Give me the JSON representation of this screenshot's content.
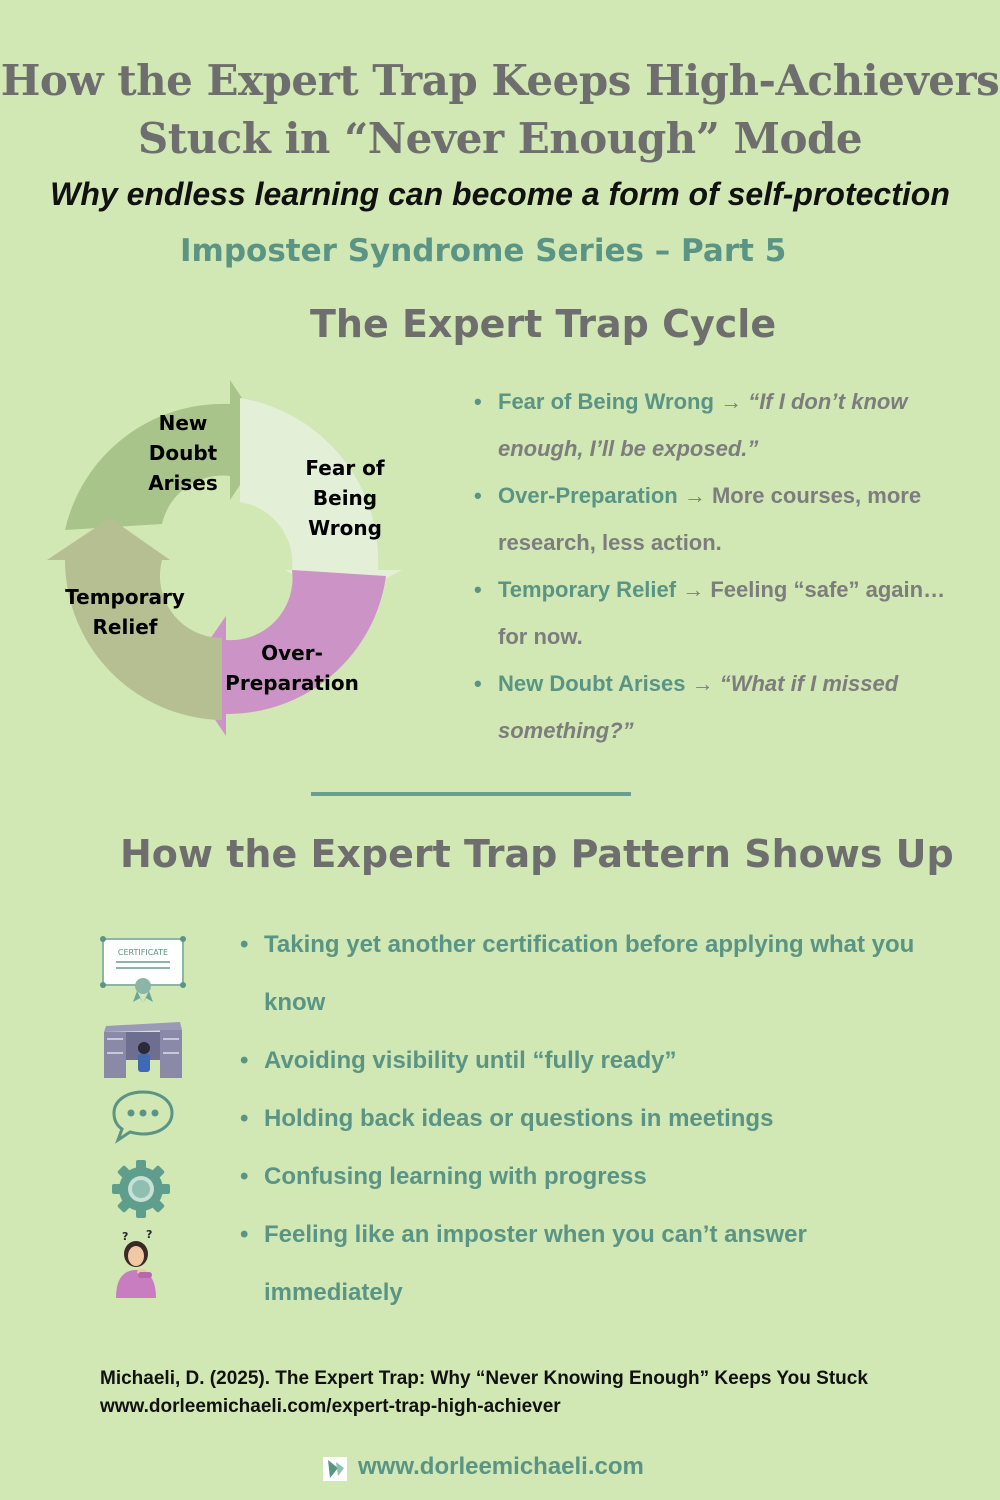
{
  "header": {
    "title_line1": "How the Expert Trap Keeps High-Achievers",
    "title_line2": "Stuck in “Never Enough” Mode",
    "subtitle": "Why endless learning can become a form of self-protection",
    "series": "Imposter Syndrome Series – Part 5"
  },
  "cycle": {
    "heading": "The Expert Trap Cycle",
    "segments": [
      {
        "line1": "New",
        "line2": "Doubt",
        "line3": "Arises",
        "color": "#a8c48a"
      },
      {
        "line1": "Fear of",
        "line2": "Being",
        "line3": "Wrong",
        "color": "#e4efd8"
      },
      {
        "line1": "Over-",
        "line2": "Preparation",
        "color": "#cc94c6"
      },
      {
        "line1": "Temporary",
        "line2": "Relief",
        "color": "#b5bf92"
      }
    ],
    "items": [
      {
        "key": "Fear of Being Wrong",
        "arrow": "→",
        "text": "“If I don’t know enough, I’ll be exposed.”",
        "italic": true
      },
      {
        "key": "Over-Preparation",
        "arrow": "→",
        "text": "More courses, more research, less action.",
        "italic": false
      },
      {
        "key": "Temporary Relief",
        "arrow": "→",
        "text": "Feeling “safe” again… for now.",
        "italic": false
      },
      {
        "key": "New Doubt Arises",
        "arrow": "→",
        "text": "“What if I missed something?”",
        "italic": true
      }
    ]
  },
  "pattern": {
    "heading": "How the Expert Trap Pattern Shows Up",
    "certificate_label": "CERTIFICATE",
    "items": [
      {
        "icon": "certificate-icon",
        "text": "Taking yet another certification before applying what you know"
      },
      {
        "icon": "desk-hiding-icon",
        "text": "Avoiding visibility until “fully ready”"
      },
      {
        "icon": "speech-bubble-icon",
        "text": "Holding back ideas or questions in meetings"
      },
      {
        "icon": "gear-icon",
        "text": "Confusing learning with progress"
      },
      {
        "icon": "confused-woman-icon",
        "text": "Feeling like an imposter when you can’t answer immediately"
      }
    ]
  },
  "citation": {
    "line1": "Michaeli, D. (2025). The Expert Trap: Why “Never Knowing Enough” Keeps You Stuck",
    "line2": "www.dorleemichaeli.com/expert-trap-high-achiever"
  },
  "footer": {
    "url": "www.dorleemichaeli.com"
  },
  "colors": {
    "background": "#d1e7b4",
    "accent": "#5a9484",
    "heading_gray": "#6e6e6e"
  }
}
